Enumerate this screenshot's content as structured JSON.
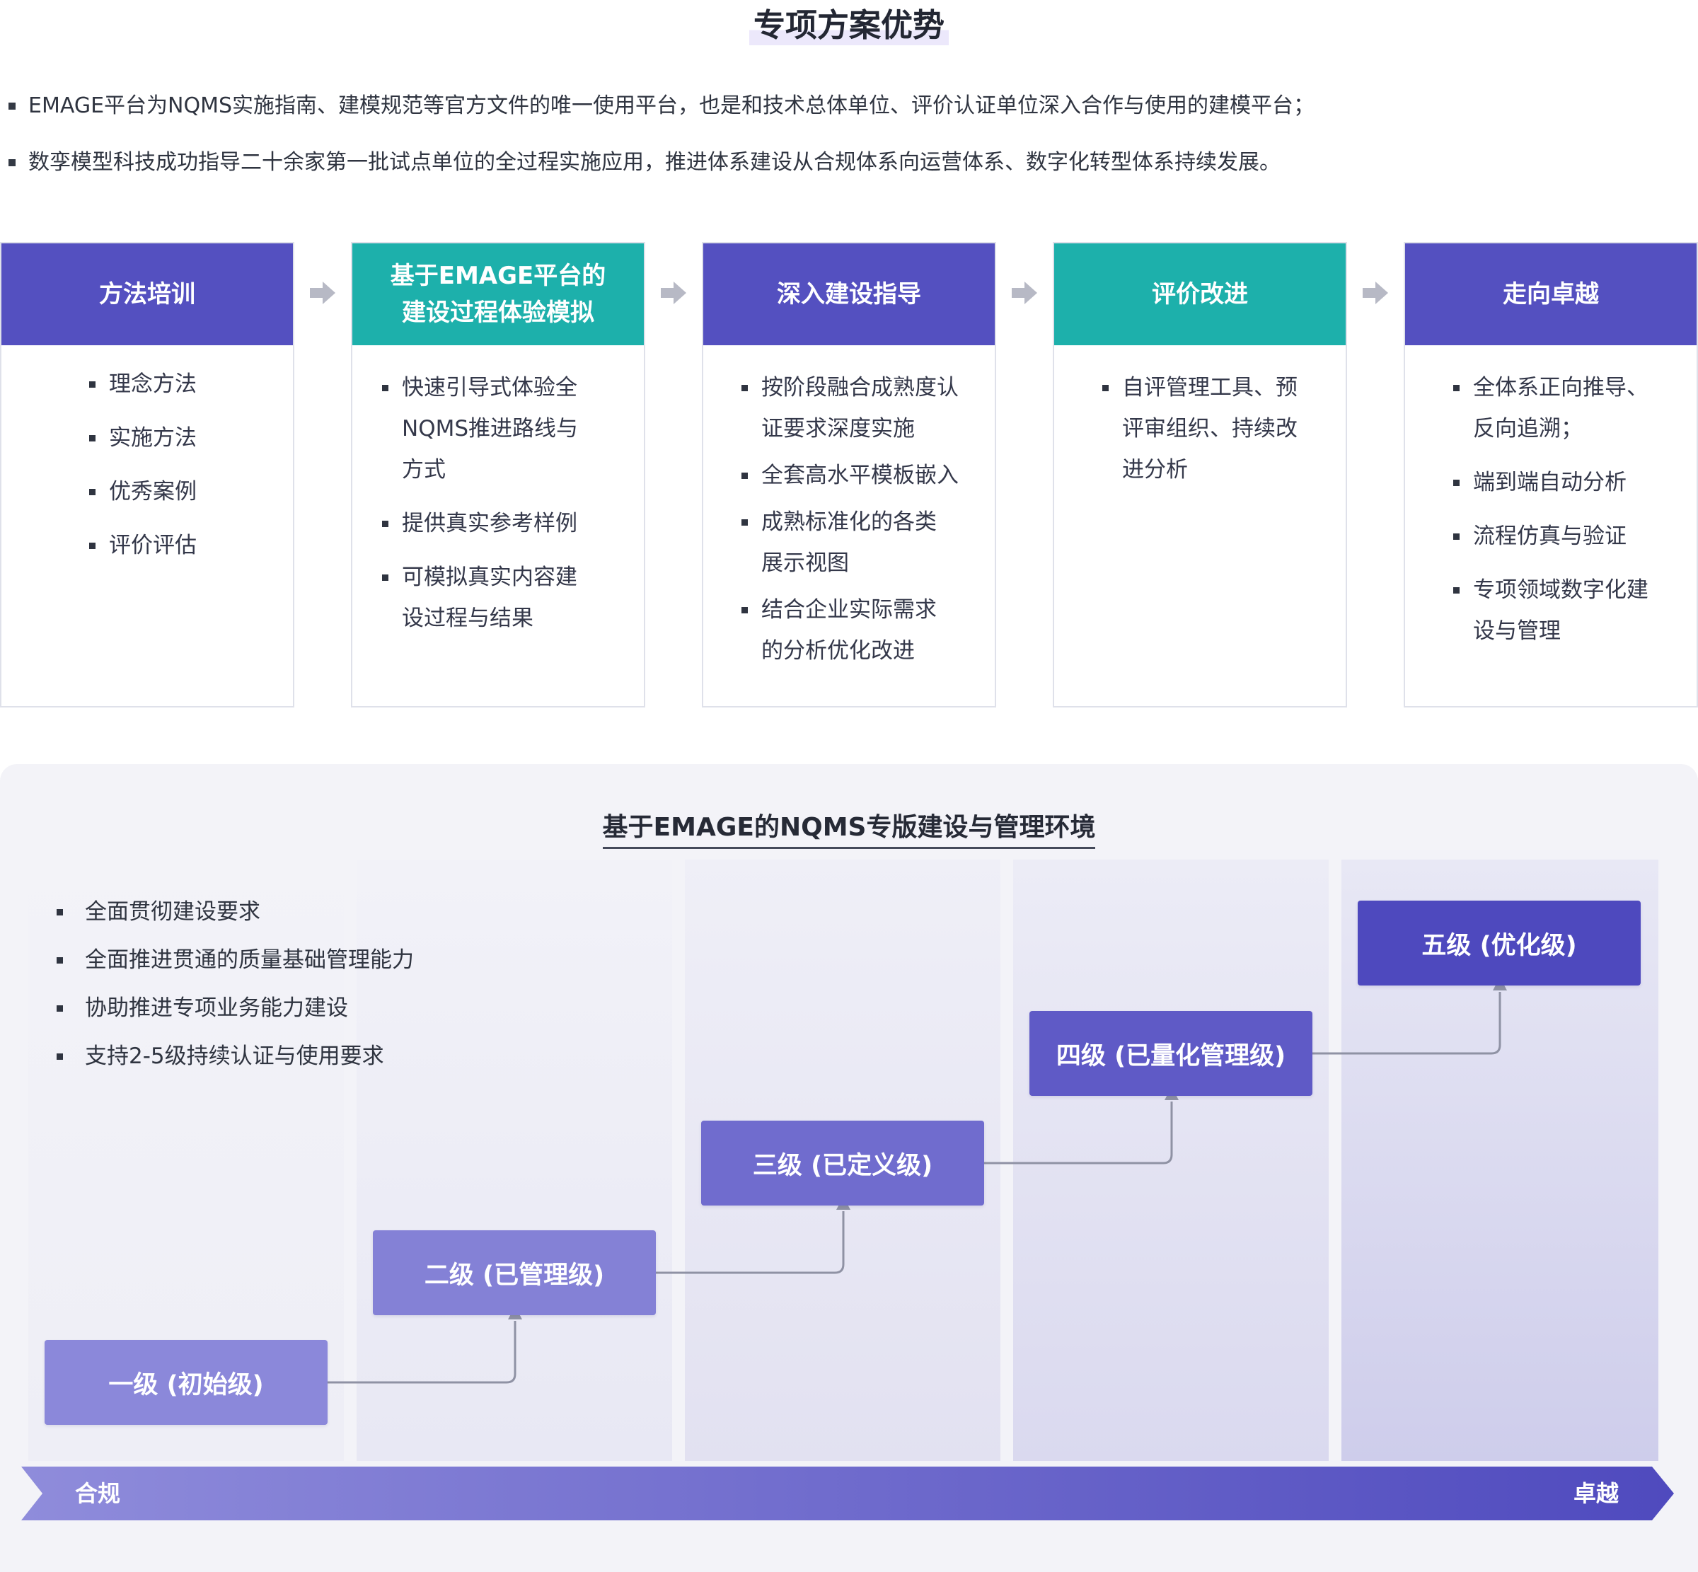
{
  "title": "专项方案优势",
  "intro": [
    "EMAGE平台为NQMS实施指南、建模规范等官方文件的唯一使用平台，也是和技术总体单位、评价认证单位深入合作与使用的建模平台；",
    "数孪模型科技成功指导二十余家第一批试点单位的全过程实施应用，推进体系建设从合规体系向运营体系、数字化转型体系持续发展。"
  ],
  "process": [
    {
      "title": "方法培训",
      "color": "#5450c0",
      "items": [
        "理念方法",
        "实施方法",
        "优秀案例",
        "评价评估"
      ]
    },
    {
      "title": "基于EMAGE平台的\n建设过程体验模拟",
      "color": "#1db0ab",
      "items": [
        "快速引导式体验全\nNQMS推进路线与\n方式",
        "提供真实参考样例",
        "可模拟真实内容建\n设过程与结果"
      ]
    },
    {
      "title": "深入建设指导",
      "color": "#5450c0",
      "items": [
        "按阶段融合成熟度认\n证要求深度实施",
        "全套高水平模板嵌入",
        "成熟标准化的各类\n展示视图",
        "结合企业实际需求\n的分析优化改进"
      ]
    },
    {
      "title": "评价改进",
      "color": "#1db0ab",
      "items": [
        "自评管理工具、预\n评审组织、持续改\n进分析"
      ]
    },
    {
      "title": "走向卓越",
      "color": "#5450c0",
      "items": [
        "全体系正向推导、\n反向追溯；",
        "端到端自动分析",
        "流程仿真与验证",
        "专项领域数字化建\n设与管理"
      ]
    }
  ],
  "environment": {
    "title": "基于EMAGE的NQMS专版建设与管理环境",
    "bullets": [
      "全面贯彻建设要求",
      "全面推进贯通的质量基础管理能力",
      "协助推进专项业务能力建设",
      "支持2-5级持续认证与使用要求"
    ],
    "levels": [
      {
        "label": "一级 (初始级)",
        "color": "#8b88da"
      },
      {
        "label": "二级 (已管理级)",
        "color": "#8481d6"
      },
      {
        "label": "三级 (已定义级)",
        "color": "#706cce"
      },
      {
        "label": "四级 (已量化管理级)",
        "color": "#5f5ac6"
      },
      {
        "label": "五级 (优化级)",
        "color": "#4e49be"
      }
    ],
    "axis_start": "合规",
    "axis_end": "卓越"
  }
}
